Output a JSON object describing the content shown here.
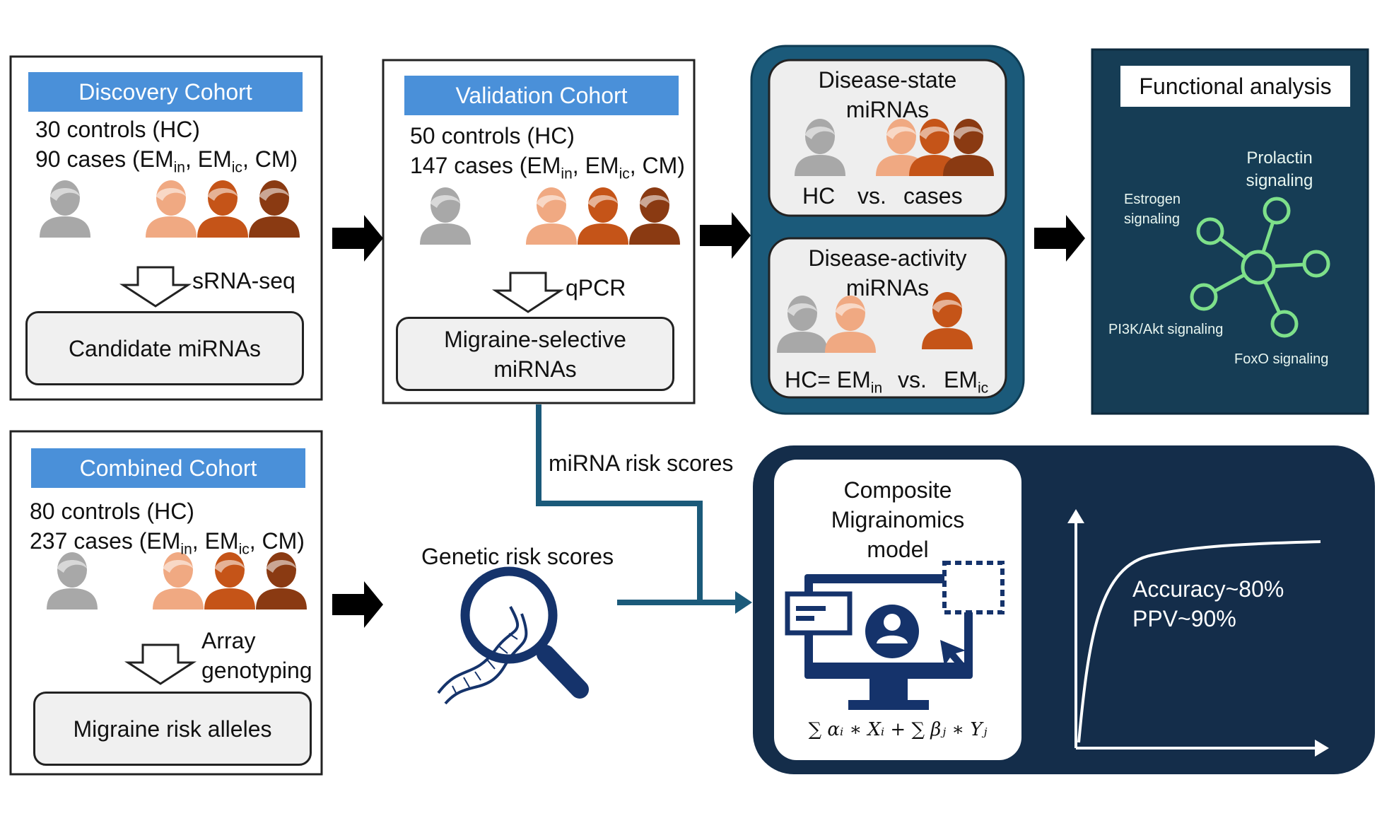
{
  "discovery": {
    "header": "Discovery Cohort",
    "controls": "30 controls (HC)",
    "cases_prefix": "90 cases (EM",
    "cases_in": "in",
    "cases_mid": ", EM",
    "cases_ic": "ic",
    "cases_suffix": ", CM)",
    "method": "sRNA-seq",
    "result": "Candidate miRNAs"
  },
  "validation": {
    "header": "Validation Cohort",
    "controls": "50 controls (HC)",
    "cases_prefix": "147 cases (EM",
    "cases_in": "in",
    "cases_mid": ", EM",
    "cases_ic": "ic",
    "cases_suffix": ", CM)",
    "method": "qPCR",
    "result_line1": "Migraine-selective",
    "result_line2": "miRNAs"
  },
  "combined": {
    "header": "Combined Cohort",
    "controls": "80 controls (HC)",
    "cases_prefix": "237 cases (EM",
    "cases_in": "in",
    "cases_mid": ", EM",
    "cases_ic": "ic",
    "cases_suffix": ", CM)",
    "method_line1": "Array",
    "method_line2": "genotyping",
    "result": "Migraine risk alleles"
  },
  "disease_state": {
    "title_line1": "Disease-state",
    "title_line2": "miRNAs",
    "hc": "HC",
    "vs": "vs.",
    "cases": "cases"
  },
  "disease_activity": {
    "title_line1": "Disease-activity",
    "title_line2": "miRNAs",
    "left_prefix": "HC= EM",
    "left_sub": "in",
    "vs": "vs.",
    "right_prefix": "EM",
    "right_sub": "ic"
  },
  "functional": {
    "title": "Functional analysis",
    "prolactin_line1": "Prolactin",
    "prolactin_line2": "signaling",
    "estrogen_line1": "Estrogen",
    "estrogen_line2": "signaling",
    "pi3k": "PI3K/Akt signaling",
    "foxo": "FoxO signaling"
  },
  "links": {
    "mirna_risk": "miRNA risk scores",
    "genetic_risk": "Genetic risk scores"
  },
  "model": {
    "title_line1": "Composite",
    "title_line2": "Migrainomics",
    "title_line3": "model",
    "formula": "∑ αᵢ ∗ Xᵢ + ∑ βⱼ ∗ Yⱼ",
    "accuracy": "Accuracy~80%",
    "ppv": "PPV~90%"
  },
  "colors": {
    "header_blue": "#4a90d9",
    "teal_panel": "#1b5a7a",
    "dark_navy": "#142d4a",
    "functional_bg": "#163d55",
    "network_green": "#7ee08a",
    "control_gray": "#a8a8a8",
    "case_light": "#f0a982",
    "case_mid": "#c55418",
    "case_dark": "#8a3a12",
    "icon_navy": "#15336b"
  }
}
